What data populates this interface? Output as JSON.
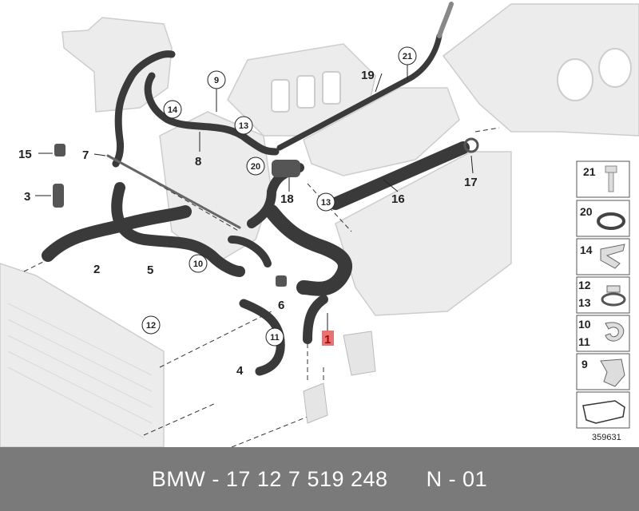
{
  "diagram": {
    "ref_number": "359631",
    "callouts": [
      {
        "id": "c1",
        "label": "1",
        "highlight": true
      },
      {
        "id": "c2",
        "label": "2"
      },
      {
        "id": "c3",
        "label": "3"
      },
      {
        "id": "c4",
        "label": "4"
      },
      {
        "id": "c5",
        "label": "5"
      },
      {
        "id": "c6",
        "label": "6"
      },
      {
        "id": "c7",
        "label": "7"
      },
      {
        "id": "c8",
        "label": "8"
      },
      {
        "id": "c15",
        "label": "15"
      },
      {
        "id": "c16",
        "label": "16"
      },
      {
        "id": "c17",
        "label": "17"
      },
      {
        "id": "c18",
        "label": "18"
      },
      {
        "id": "c19",
        "label": "19"
      }
    ],
    "circled": [
      {
        "id": "k9",
        "label": "9"
      },
      {
        "id": "k10",
        "label": "10"
      },
      {
        "id": "k11",
        "label": "11"
      },
      {
        "id": "k12",
        "label": "12"
      },
      {
        "id": "k13a",
        "label": "13"
      },
      {
        "id": "k13b",
        "label": "13"
      },
      {
        "id": "k14",
        "label": "14"
      },
      {
        "id": "k20",
        "label": "20"
      },
      {
        "id": "k21",
        "label": "21"
      }
    ],
    "legend": [
      {
        "labels": [
          "21"
        ],
        "icon": "bolt-icon"
      },
      {
        "labels": [
          "20"
        ],
        "icon": "o-ring-icon"
      },
      {
        "labels": [
          "14"
        ],
        "icon": "clip-icon"
      },
      {
        "labels": [
          "12",
          "13"
        ],
        "icon": "hose-clamp-icon"
      },
      {
        "labels": [
          "10",
          "11"
        ],
        "icon": "spring-clip-icon"
      },
      {
        "labels": [
          "9"
        ],
        "icon": "holder-icon"
      },
      {
        "labels": [],
        "icon": "arrow-direction-icon"
      }
    ]
  },
  "footer": {
    "part_number": "BMW - 17 12 7 519 248",
    "revision": "N - 01"
  }
}
